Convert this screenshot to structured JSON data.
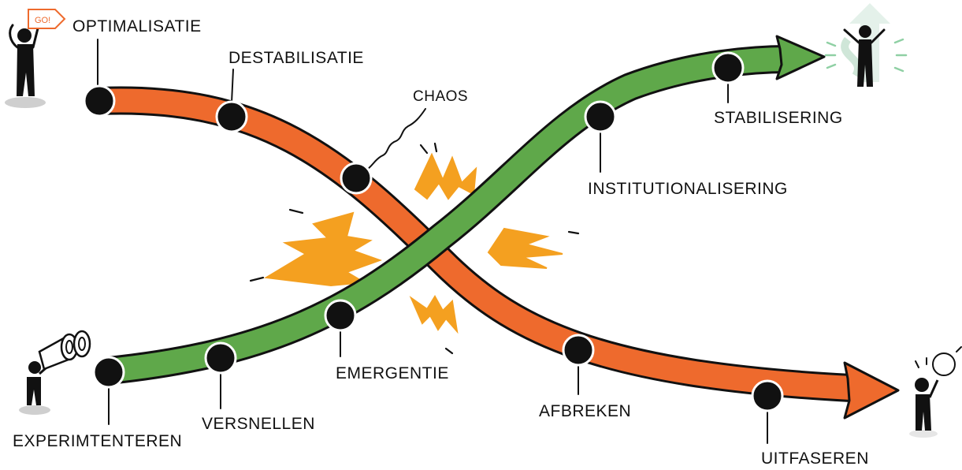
{
  "diagram": {
    "decline_curve": {
      "color": "#EE6A2D",
      "stages": [
        "OPTIMALISATIE",
        "DESTABILISATIE",
        "CHAOS",
        "AFBREKEN",
        "UITFASEREN"
      ]
    },
    "growth_curve": {
      "color": "#5FA84A",
      "stages": [
        "EXPERIMTENTEREN",
        "VERSNELLEN",
        "EMERGENTIE",
        "INSTITUTIONALISERING",
        "STABILISERING"
      ]
    },
    "sign_text": "GO!",
    "burst_color": "#F4A020"
  }
}
